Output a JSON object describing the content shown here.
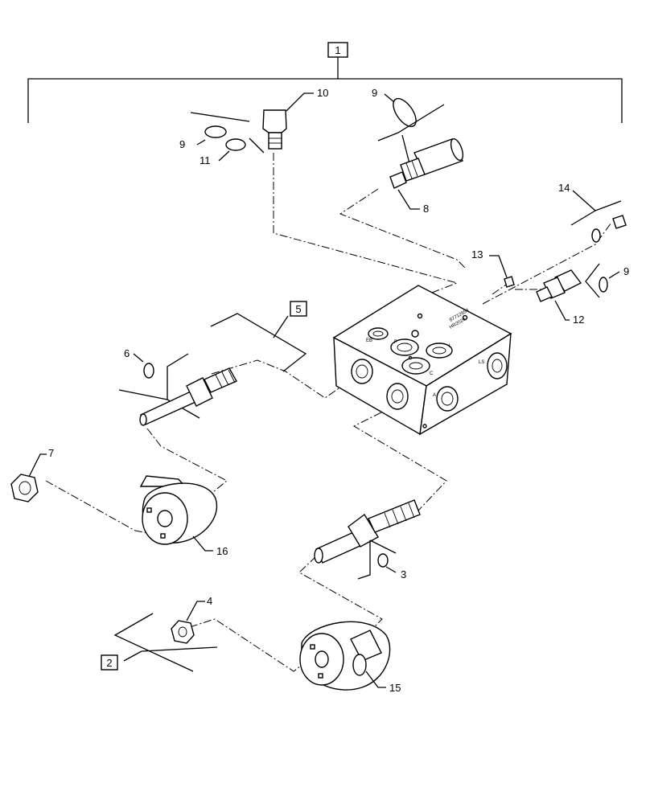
{
  "diagram": {
    "kit_labels": [
      "1",
      "2",
      "5"
    ],
    "callouts": {
      "c3": "3",
      "c4": "4",
      "c6": "6",
      "c7": "7",
      "c8": "8",
      "c9a": "9",
      "c9b": "9",
      "c9c": "9",
      "c10": "10",
      "c11": "11",
      "c12": "12",
      "c13": "13",
      "c14": "14",
      "c15": "15",
      "c16": "16"
    },
    "block_stamp": [
      "87712654",
      "HR2026"
    ],
    "port_labels": [
      "EB",
      "P",
      "L",
      "C",
      "A",
      "LS"
    ]
  }
}
